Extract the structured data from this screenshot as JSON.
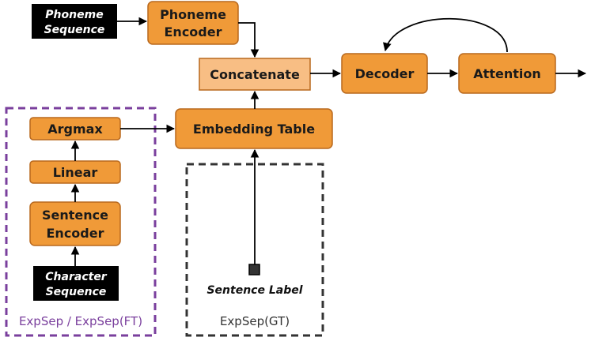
{
  "colors": {
    "orange": "#f09a38",
    "orange_light": "#f8be84",
    "orange_border": "#b8681d",
    "black_box": "#000000",
    "purple": "#7a3f9d",
    "dashed_black": "#333333"
  },
  "nodes": {
    "phoneme_sequence": {
      "line1": "Phoneme",
      "line2": "Sequence"
    },
    "phoneme_encoder": {
      "line1": "Phoneme",
      "line2": "Encoder"
    },
    "concatenate": "Concatenate",
    "decoder": "Decoder",
    "attention": "Attention",
    "embedding_table": "Embedding Table",
    "argmax": "Argmax",
    "linear": "Linear",
    "sentence_encoder": {
      "line1": "Sentence",
      "line2": "Encoder"
    },
    "character_sequence": {
      "line1": "Character",
      "line2": "Sequence"
    },
    "sentence_label": "Sentence Label"
  },
  "groups": {
    "expsep": "ExpSep / ExpSep(FT)",
    "expsep_gt": "ExpSep(GT)"
  }
}
